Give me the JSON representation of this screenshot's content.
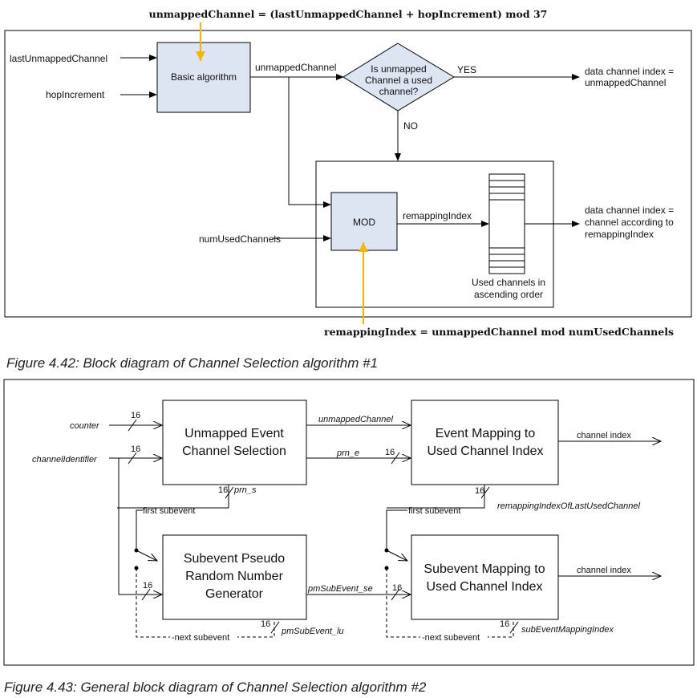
{
  "fig1": {
    "formula_top": "unmappedChannel = (lastUnmappedChannel + hopIncrement) mod 37",
    "formula_bottom": "remappingIndex = unmappedChannel mod numUsedChannels",
    "inputs": {
      "last_unmapped": "lastUnmappedChannel",
      "hop_increment": "hopIncrement",
      "num_used": "numUsedChannels"
    },
    "basic_algorithm": "Basic algorithm",
    "unmapped_channel": "unmappedChannel",
    "decision": [
      "Is unmapped",
      "Channel a used",
      "channel?"
    ],
    "yes": "YES",
    "no": "NO",
    "output_yes": [
      "data channel index =",
      "unmappedChannel"
    ],
    "mod": "MOD",
    "remapping_index": "remappingIndex",
    "output_no": [
      "data channel index =",
      "channel according to",
      "remappingIndex"
    ],
    "table_caption": [
      "Used channels in",
      "ascending order"
    ],
    "caption": "Figure 4.42:  Block diagram of Channel Selection algorithm #1"
  },
  "fig2": {
    "counter": "counter",
    "channel_identifier": "channelIdentifier",
    "bit16": "16",
    "unmapped_event": [
      "Unmapped Event",
      "Channel Selection"
    ],
    "event_mapping": [
      "Event Mapping to",
      "Used Channel Index"
    ],
    "subevent_prng": [
      "Subevent Pseudo",
      "Random Number",
      "Generator"
    ],
    "subevent_mapping": [
      "Subevent Mapping to",
      "Used Channel Index"
    ],
    "unmapped_channel": "unmappedChannel",
    "prn_e": "prn_e",
    "prn_s": "prn_s",
    "channel_index": "channel index",
    "first_subevent": "first subevent",
    "next_subevent": "-next subevent",
    "remapping_last": "remappingIndexOfLastUsedChannel",
    "pm_sub_se": "pmSubEvent_se",
    "pm_sub_lu": "pmSubEvent_lu",
    "sub_event_mapping_index": "subEventMappingIndex",
    "caption": "Figure 4.43:  General block diagram of Channel Selection algorithm #2"
  }
}
